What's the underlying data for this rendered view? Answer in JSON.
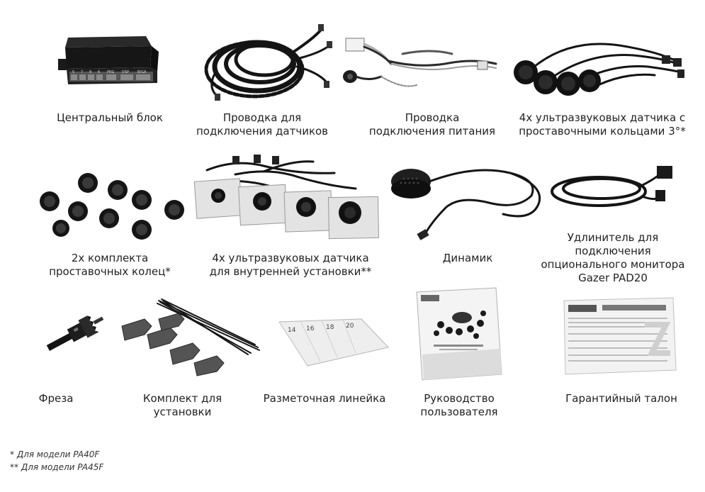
{
  "items": [
    {
      "id": "central-unit",
      "lines": [
        "Центральный блок"
      ],
      "labels": [
        "5",
        "7",
        "8",
        "6",
        "PRG",
        "DSP",
        "B/GA"
      ]
    },
    {
      "id": "sensor-wiring",
      "lines": [
        "Проводка для",
        "подключения датчиков"
      ]
    },
    {
      "id": "power-wiring",
      "lines": [
        "Проводка",
        "подключения питания"
      ]
    },
    {
      "id": "ultrasonic-sensors",
      "lines": [
        "4х ультразвуковых датчика с",
        "проставочными кольцами 3°*"
      ]
    },
    {
      "id": "spacer-rings",
      "lines": [
        "2х комплекта",
        "проставочных колец*"
      ]
    },
    {
      "id": "internal-sensors",
      "lines": [
        "4х ультразвуковых датчика",
        "для внутренней установки**"
      ]
    },
    {
      "id": "speaker",
      "lines": [
        "Динамик"
      ]
    },
    {
      "id": "extension-cable",
      "lines": [
        "Удлинитель для",
        "подключения",
        "опционального монитора",
        "Gazer PAD20"
      ]
    },
    {
      "id": "hole-saw",
      "lines": [
        "Фреза"
      ]
    },
    {
      "id": "install-kit",
      "lines": [
        "Комплект для",
        "установки"
      ]
    },
    {
      "id": "marking-ruler",
      "lines": [
        "Разметочная линейка"
      ],
      "numbers": [
        "14",
        "16",
        "18",
        "20"
      ]
    },
    {
      "id": "user-manual",
      "lines": [
        "Руководство",
        "пользователя"
      ]
    },
    {
      "id": "warranty-card",
      "lines": [
        "Гарантийный талон"
      ]
    }
  ],
  "notes": [
    "* Для модели PA40F",
    "** Для модели PA45F"
  ],
  "colors": {
    "device": "#1b1b1b",
    "cable": "#151515",
    "paper": "#ececec",
    "text": "#222222"
  }
}
